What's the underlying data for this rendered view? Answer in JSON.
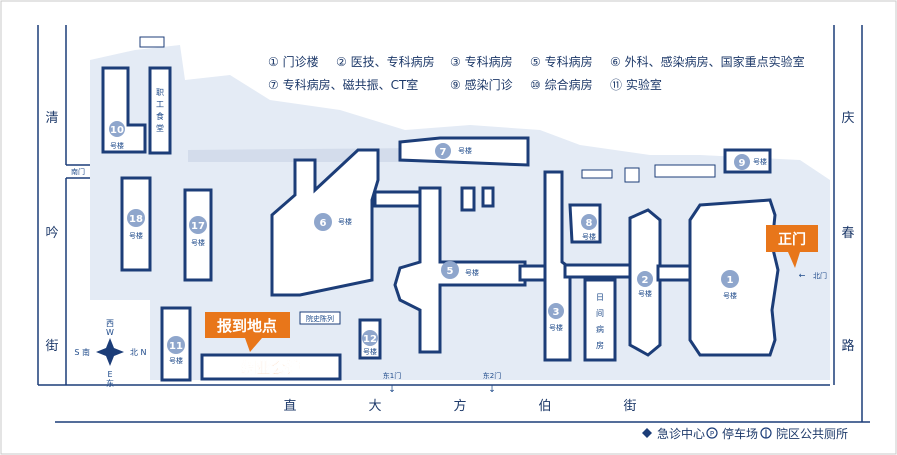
{
  "legend": {
    "row1": [
      "① 门诊楼",
      "② 医技、专科病房",
      "③ 专科病房",
      "⑤ 专科病房",
      "⑥ 外科、感染病房、国家重点实验室"
    ],
    "row2": [
      "⑦ 专科病房、磁共振、CT室",
      "⑨ 感染门诊",
      "⑩ 综合病房",
      "⑪ 实验室"
    ]
  },
  "roads": {
    "west": [
      "清",
      "吟",
      "街"
    ],
    "east": [
      "庆",
      "春",
      "路"
    ],
    "south": [
      "直",
      "大",
      "方",
      "伯",
      "街"
    ]
  },
  "gates": {
    "south_gate": "南门",
    "north_gate": "北门",
    "east1": "东1门",
    "east2": "东2门"
  },
  "compass": {
    "north": "北 N",
    "south": "S 南",
    "west_cn": "西",
    "west_en": "W",
    "east_cn": "东",
    "east_en": "E"
  },
  "buildings": [
    {
      "num": "1",
      "label": "号楼"
    },
    {
      "num": "2",
      "label": "号楼"
    },
    {
      "num": "3",
      "label": "号楼"
    },
    {
      "num": "5",
      "label": "号楼"
    },
    {
      "num": "6",
      "label": "号楼"
    },
    {
      "num": "7",
      "label": "号楼"
    },
    {
      "num": "8",
      "label": "号楼"
    },
    {
      "num": "9",
      "label": "号楼"
    },
    {
      "num": "10",
      "label": "号楼"
    },
    {
      "num": "11",
      "label": "号楼"
    },
    {
      "num": "12",
      "label": "号楼"
    },
    {
      "num": "17",
      "label": "号楼"
    },
    {
      "num": "18",
      "label": "号楼"
    }
  ],
  "other_labels": {
    "staff_canteen": [
      "职",
      "工",
      "食",
      "堂"
    ],
    "day_ward": [
      "日",
      "间",
      "病",
      "房"
    ],
    "silk_hall": "绸业会馆",
    "history_hall": "院史陈列"
  },
  "callouts": {
    "report": "报到地点",
    "main_gate": "正门"
  },
  "footer": [
    {
      "icon": "emergency-icon",
      "text": "急诊中心"
    },
    {
      "icon": "parking-icon",
      "text": "停车场"
    },
    {
      "icon": "toilet-icon",
      "text": "院区公共厕所"
    }
  ],
  "colors": {
    "building_stroke": "#1c3d78",
    "ground": "#e4ebf5",
    "accent": "#e8761a",
    "badge": "#8fa6cc"
  }
}
